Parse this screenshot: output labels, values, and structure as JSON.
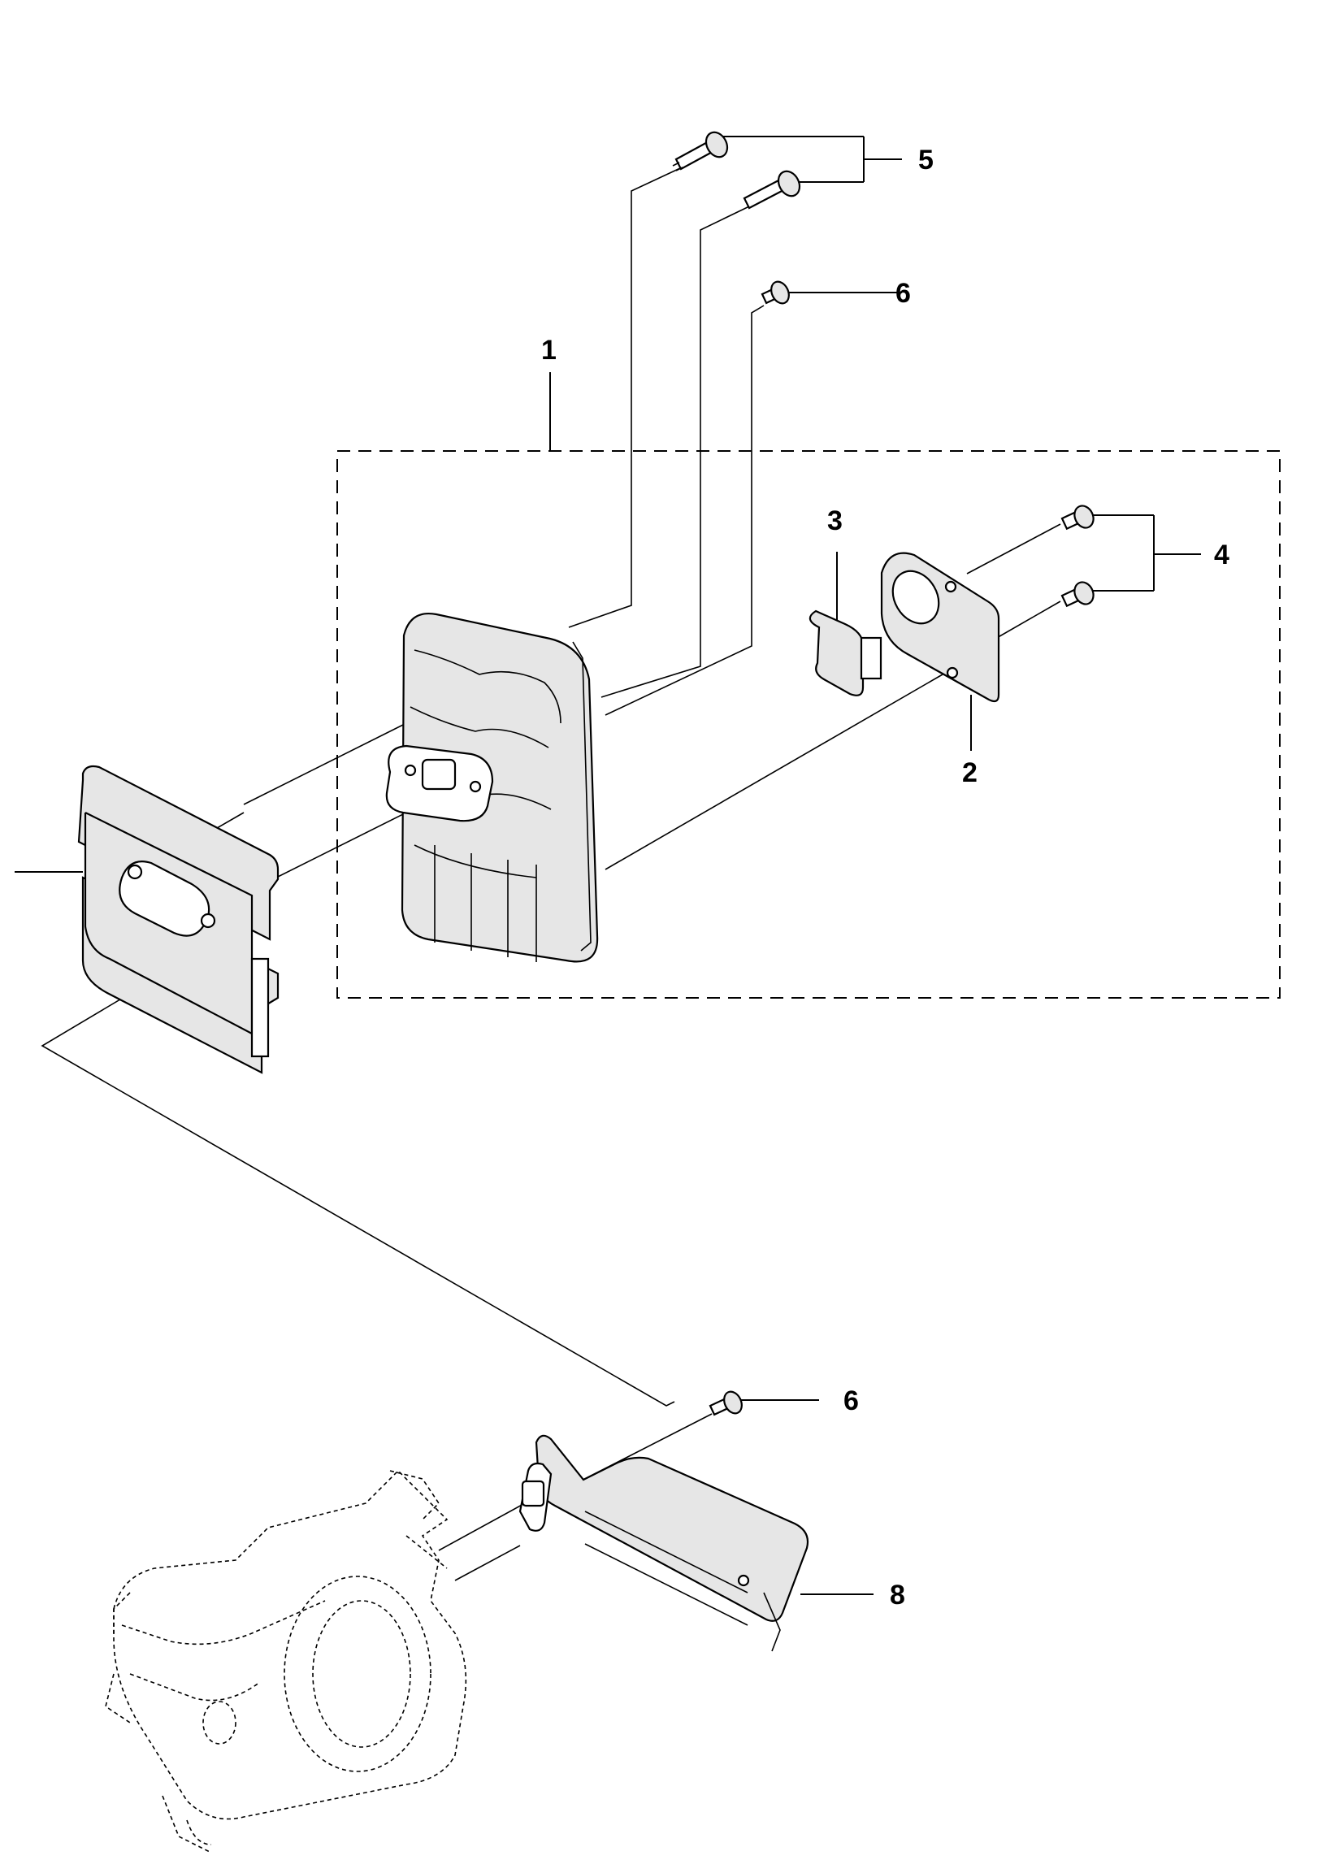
{
  "callouts": {
    "c1": "1",
    "c2": "2",
    "c3": "3",
    "c4": "4",
    "c5": "5",
    "c6_top": "6",
    "c6_bottom": "6",
    "c8": "8"
  }
}
